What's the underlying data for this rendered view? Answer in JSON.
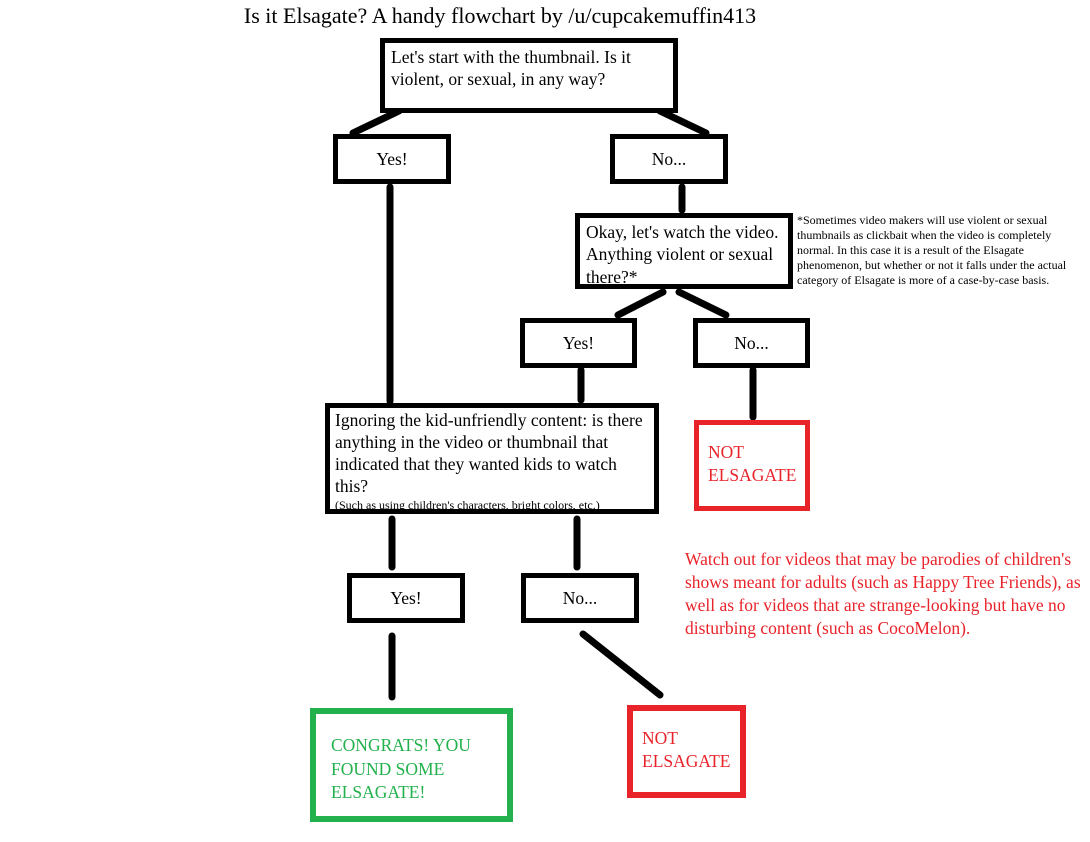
{
  "title": "Is it Elsagate? A handy flowchart by /u/cupcakemuffin413",
  "colors": {
    "line_black": "#000000",
    "accent_red": "#e8232a",
    "accent_green": "#22b14c",
    "background": "#ffffff"
  },
  "flowchart": {
    "q_thumbnail": "Let's start with the thumbnail. Is it violent, or sexual, in any way?",
    "yes1": "Yes!",
    "no1": "No...",
    "q_video": "Okay, let's watch the video. Anything violent or sexual there?*",
    "footnote": "*Sometimes video makers will use violent or sexual thumbnails as clickbait when the video is completely normal. In this case it is a result of the Elsagate phenomenon, but whether or not it falls under the actual category of Elsagate is more of a case-by-case basis.",
    "yes2": "Yes!",
    "no2": "No...",
    "q_intent_main": "Ignoring the kid-unfriendly content: is there anything in the video or thumbnail that indicated that they wanted kids to watch this?",
    "q_intent_sub": "(Such as using children's characters, bright colors, etc.)",
    "not_elsagate_top": "NOT ELSAGATE",
    "warning": "Watch out for videos that may be parodies of children's shows meant for adults (such as Happy Tree Friends), as well as for videos that are strange-looking but have no disturbing content (such as CocoMelon).",
    "yes3": "Yes!",
    "no3": "No...",
    "congrats": "CONGRATS! YOU FOUND SOME ELSAGATE!",
    "not_elsagate_bottom": "NOT ELSAGATE"
  }
}
